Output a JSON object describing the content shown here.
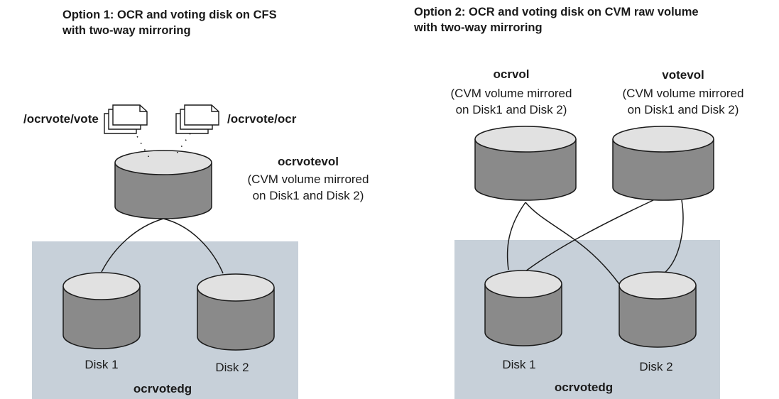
{
  "option1": {
    "title_line1": "Option 1: OCR and voting disk on CFS",
    "title_line2": "with two-way mirroring",
    "file_vote_label": "/ocrvote/vote",
    "file_ocr_label": "/ocrvote/ocr",
    "volume": {
      "name": "ocrvotevol",
      "desc_line1": "(CVM volume mirrored",
      "desc_line2": "on Disk1 and Disk 2)"
    },
    "disk1_label": "Disk 1",
    "disk2_label": "Disk 2",
    "diskgroup_label": "ocrvotedg"
  },
  "option2": {
    "title_line1": "Option 2: OCR and voting disk on CVM raw volume",
    "title_line2": "with two-way mirroring",
    "volume_ocr": {
      "name": "ocrvol",
      "desc_line1": "(CVM volume mirrored",
      "desc_line2": "on Disk1 and Disk 2)"
    },
    "volume_vote": {
      "name": "votevol",
      "desc_line1": "(CVM volume mirrored",
      "desc_line2": "on Disk1 and Disk 2)"
    },
    "disk1_label": "Disk 1",
    "disk2_label": "Disk 2",
    "diskgroup_label": "ocrvotedg"
  },
  "colors": {
    "diskgroup_fill": "#c7d0d9",
    "cylinder_body": "#8a8a8a",
    "cylinder_top": "#e1e1e1",
    "outline": "#1a1a1a"
  }
}
